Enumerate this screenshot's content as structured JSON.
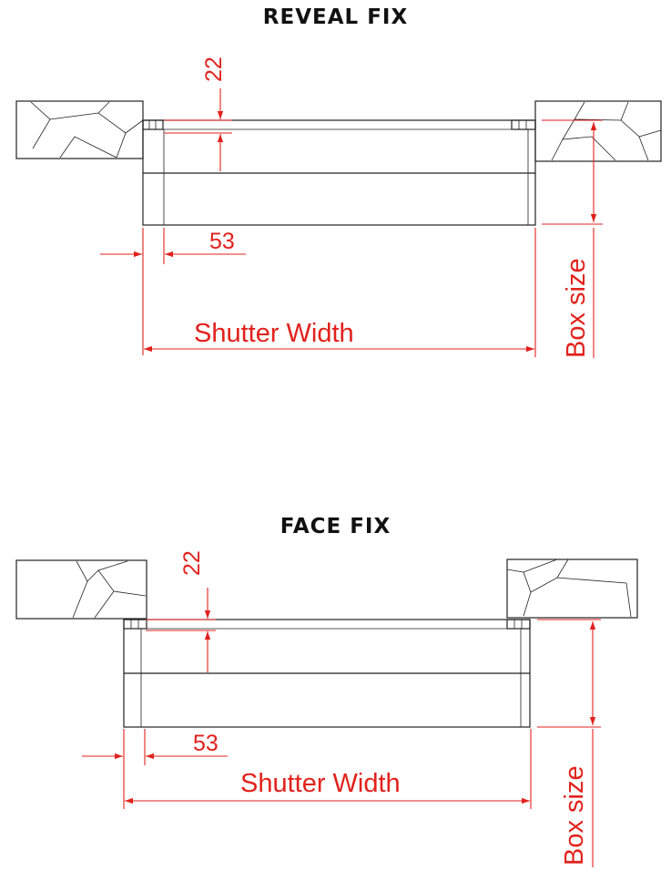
{
  "diagrams": [
    {
      "title": "REVEAL FIX",
      "dim_top": "22",
      "dim_side": "53",
      "dim_width": "Shutter Width",
      "dim_box": "Box size"
    },
    {
      "title": "FACE FIX",
      "dim_top": "22",
      "dim_side": "53",
      "dim_width": "Shutter Width",
      "dim_box": "Box size"
    }
  ],
  "colors": {
    "dimension": "#e2211c",
    "outline": "#222222"
  }
}
